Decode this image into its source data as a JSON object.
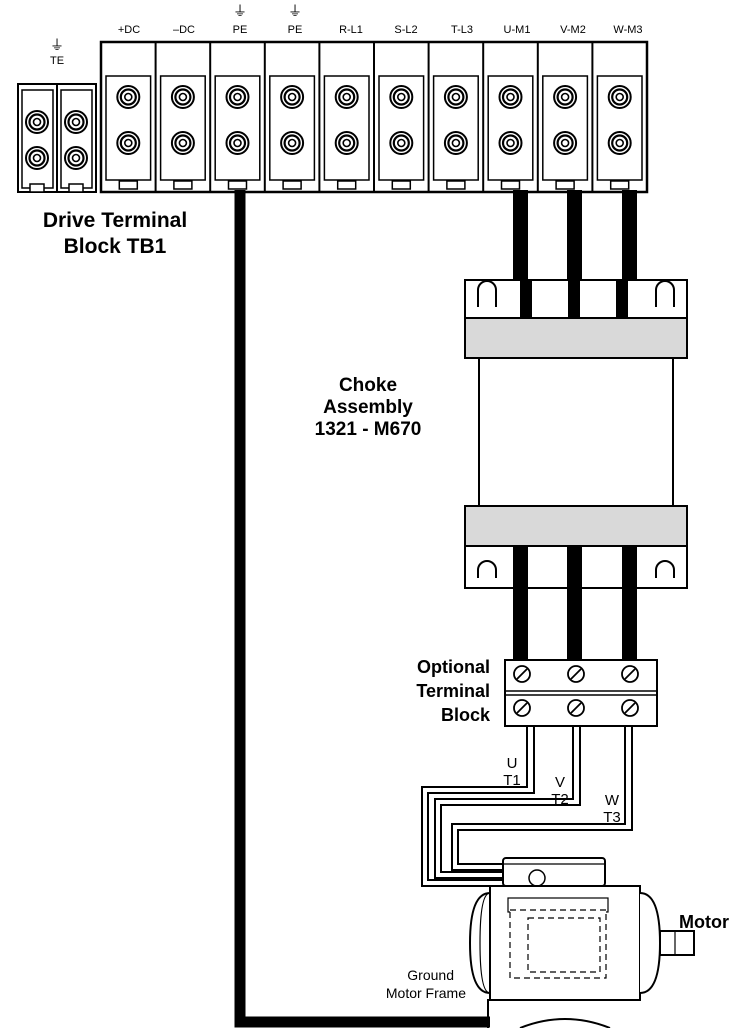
{
  "terminal_labels": [
    "+DC",
    "–DC",
    "PE",
    "PE",
    "R-L1",
    "S-L2",
    "T-L3",
    "U-M1",
    "V-M2",
    "W-M3"
  ],
  "te_label": "TE",
  "ground_symbol": "⏚",
  "terminal_block": {
    "line1": "Drive Terminal",
    "line2": "Block TB1"
  },
  "choke": {
    "line1": "Choke",
    "line2": "Assembly",
    "line3": "1321 - M670"
  },
  "optional_block": {
    "line1": "Optional",
    "line2": "Terminal",
    "line3": "Block"
  },
  "motor_leads": [
    {
      "phase": "U",
      "terminal": "T1"
    },
    {
      "phase": "V",
      "terminal": "T2"
    },
    {
      "phase": "W",
      "terminal": "T3"
    }
  ],
  "motor_label": "Motor",
  "ground_note": {
    "line1": "Ground",
    "line2": "Motor Frame"
  }
}
